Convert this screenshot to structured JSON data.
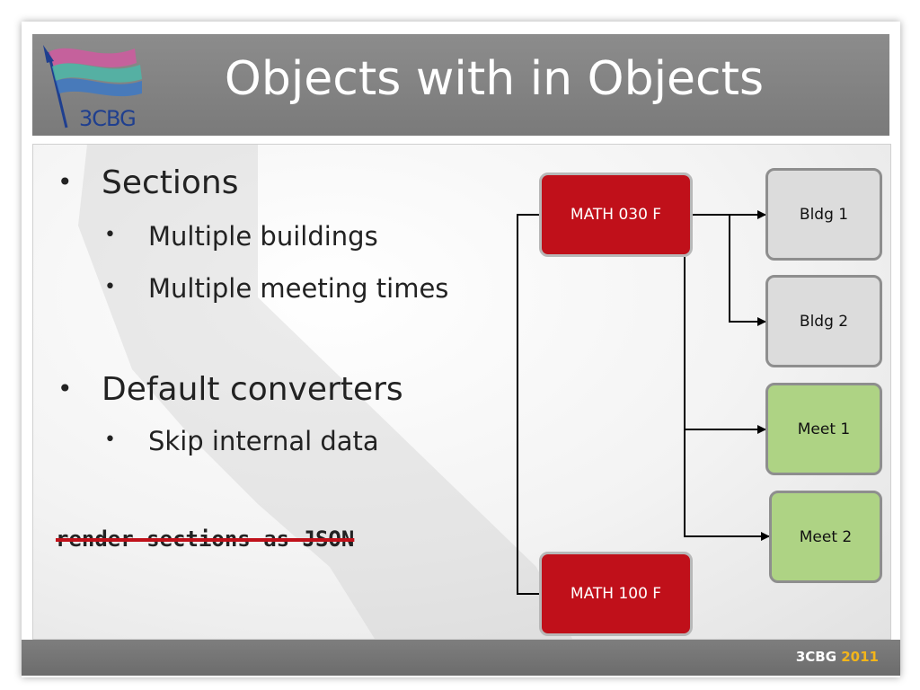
{
  "slide": {
    "title": "Objects with in Objects",
    "logo_text": "3CBG",
    "bullets": [
      {
        "text": "Sections",
        "subs": [
          "Multiple buildings",
          "Multiple meeting times"
        ]
      },
      {
        "text": "Default converters",
        "subs": [
          "Skip internal data"
        ]
      }
    ],
    "code_line": "render sections as JSON"
  },
  "diagram": {
    "sources": [
      "MATH 030 F",
      "MATH 100 F"
    ],
    "buildings": [
      "Bldg 1",
      "Bldg 2"
    ],
    "meetings": [
      "Meet 1",
      "Meet 2"
    ],
    "colors": {
      "section": "#c0101a",
      "building": "#dcdcdc",
      "meeting": "#aed384"
    }
  },
  "footer": {
    "brand": "3CBG",
    "year": "2011"
  }
}
